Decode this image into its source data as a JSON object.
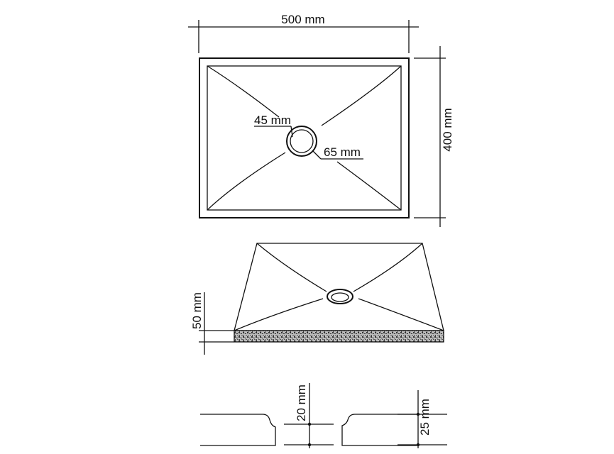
{
  "diagram": {
    "labels": {
      "width": "500 mm",
      "height": "400 mm",
      "drain_inner": "45 mm",
      "drain_outer": "65 mm",
      "depth": "50 mm",
      "rim_inner": "20 mm",
      "rim_outer": "25 mm"
    }
  }
}
